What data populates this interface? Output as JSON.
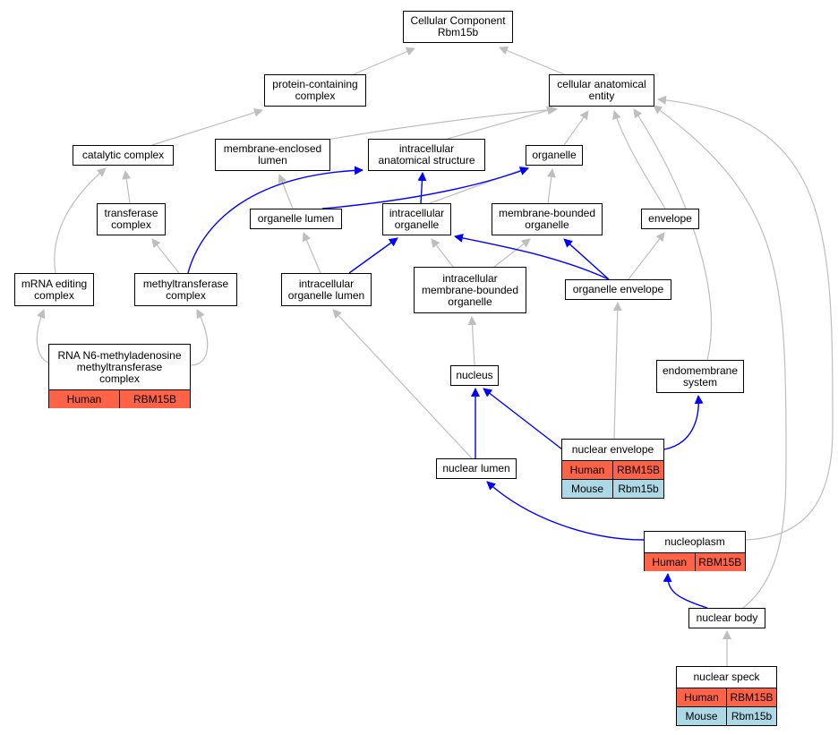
{
  "colors": {
    "human": "#ff6347",
    "mouse": "#add8e6",
    "is_a_edge": "#bebebe",
    "part_of_edge": "#0000ff"
  },
  "nodes": {
    "cellular_component": {
      "label": "Cellular Component\nRbm15b"
    },
    "protein_containing_complex": {
      "label": "protein-containing\ncomplex"
    },
    "cellular_anatomical_entity": {
      "label": "cellular anatomical\nentity"
    },
    "catalytic_complex": {
      "label": "catalytic complex"
    },
    "membrane_enclosed_lumen": {
      "label": "membrane-enclosed\nlumen"
    },
    "intracellular_anatomical_structure": {
      "label": "intracellular\nanatomical structure"
    },
    "organelle": {
      "label": "organelle"
    },
    "transferase_complex": {
      "label": "transferase\ncomplex"
    },
    "organelle_lumen": {
      "label": "organelle lumen"
    },
    "intracellular_organelle": {
      "label": "intracellular\norganelle"
    },
    "membrane_bounded_organelle": {
      "label": "membrane-bounded\norganelle"
    },
    "envelope": {
      "label": "envelope"
    },
    "mrna_editing_complex": {
      "label": "mRNA editing\ncomplex"
    },
    "methyltransferase_complex": {
      "label": "methyltransferase\ncomplex"
    },
    "intracellular_organelle_lumen": {
      "label": "intracellular\norganelle lumen"
    },
    "intracellular_membrane_bounded_organelle": {
      "label": "intracellular\nmembrane-bounded\norganelle"
    },
    "organelle_envelope": {
      "label": "organelle envelope"
    },
    "rna_n6_complex": {
      "label": "RNA N6-methyladenosine\nmethyltransferase\ncomplex",
      "human": [
        "Human",
        "RBM15B"
      ]
    },
    "nucleus": {
      "label": "nucleus"
    },
    "endomembrane_system": {
      "label": "endomembrane\nsystem"
    },
    "nuclear_envelope": {
      "label": "nuclear envelope",
      "human": [
        "Human",
        "RBM15B"
      ],
      "mouse": [
        "Mouse",
        "Rbm15b"
      ]
    },
    "nuclear_lumen": {
      "label": "nuclear lumen"
    },
    "nucleoplasm": {
      "label": "nucleoplasm",
      "human": [
        "Human",
        "RBM15B"
      ]
    },
    "nuclear_body": {
      "label": "nuclear body"
    },
    "nuclear_speck": {
      "label": "nuclear speck",
      "human": [
        "Human",
        "RBM15B"
      ],
      "mouse": [
        "Mouse",
        "Rbm15b"
      ]
    }
  },
  "edges": [
    {
      "type": "is_a",
      "from": "protein_containing_complex",
      "to": "cellular_component"
    },
    {
      "type": "is_a",
      "from": "cellular_anatomical_entity",
      "to": "cellular_component"
    },
    {
      "type": "is_a",
      "from": "catalytic_complex",
      "to": "protein_containing_complex"
    },
    {
      "type": "is_a",
      "from": "membrane_enclosed_lumen",
      "to": "cellular_anatomical_entity"
    },
    {
      "type": "is_a",
      "from": "intracellular_anatomical_structure",
      "to": "cellular_anatomical_entity"
    },
    {
      "type": "is_a",
      "from": "organelle",
      "to": "cellular_anatomical_entity"
    },
    {
      "type": "is_a",
      "from": "envelope",
      "to": "cellular_anatomical_entity"
    },
    {
      "type": "is_a",
      "from": "endomembrane_system",
      "to": "cellular_anatomical_entity"
    },
    {
      "type": "is_a",
      "from": "nuclear_body",
      "to": "cellular_anatomical_entity"
    },
    {
      "type": "is_a",
      "from": "nucleoplasm",
      "to": "cellular_anatomical_entity"
    },
    {
      "type": "is_a",
      "from": "transferase_complex",
      "to": "catalytic_complex"
    },
    {
      "type": "is_a",
      "from": "mrna_editing_complex",
      "to": "catalytic_complex"
    },
    {
      "type": "is_a",
      "from": "methyltransferase_complex",
      "to": "transferase_complex"
    },
    {
      "type": "is_a",
      "from": "organelle_lumen",
      "to": "membrane_enclosed_lumen"
    },
    {
      "type": "is_a",
      "from": "intracellular_organelle",
      "to": "organelle"
    },
    {
      "type": "is_a",
      "from": "membrane_bounded_organelle",
      "to": "organelle"
    },
    {
      "type": "is_a",
      "from": "intracellular_organelle_lumen",
      "to": "organelle_lumen"
    },
    {
      "type": "is_a",
      "from": "intracellular_membrane_bounded_organelle",
      "to": "intracellular_organelle"
    },
    {
      "type": "is_a",
      "from": "intracellular_membrane_bounded_organelle",
      "to": "membrane_bounded_organelle"
    },
    {
      "type": "is_a",
      "from": "organelle_envelope",
      "to": "envelope"
    },
    {
      "type": "is_a",
      "from": "rna_n6_complex",
      "to": "mrna_editing_complex"
    },
    {
      "type": "is_a",
      "from": "rna_n6_complex",
      "to": "methyltransferase_complex"
    },
    {
      "type": "is_a",
      "from": "nucleus",
      "to": "intracellular_membrane_bounded_organelle"
    },
    {
      "type": "is_a",
      "from": "nuclear_lumen",
      "to": "intracellular_organelle_lumen"
    },
    {
      "type": "is_a",
      "from": "nuclear_envelope",
      "to": "organelle_envelope"
    },
    {
      "type": "is_a",
      "from": "nuclear_speck",
      "to": "nuclear_body"
    },
    {
      "type": "part_of",
      "from": "methyltransferase_complex",
      "to": "intracellular_anatomical_structure"
    },
    {
      "type": "part_of",
      "from": "organelle_lumen",
      "to": "organelle"
    },
    {
      "type": "part_of",
      "from": "intracellular_organelle",
      "to": "intracellular_anatomical_structure"
    },
    {
      "type": "part_of",
      "from": "intracellular_organelle_lumen",
      "to": "intracellular_organelle"
    },
    {
      "type": "part_of",
      "from": "organelle_envelope",
      "to": "intracellular_organelle"
    },
    {
      "type": "part_of",
      "from": "organelle_envelope",
      "to": "membrane_bounded_organelle"
    },
    {
      "type": "part_of",
      "from": "nuclear_lumen",
      "to": "nucleus"
    },
    {
      "type": "part_of",
      "from": "nuclear_envelope",
      "to": "nucleus"
    },
    {
      "type": "part_of",
      "from": "nuclear_envelope",
      "to": "endomembrane_system"
    },
    {
      "type": "part_of",
      "from": "nucleoplasm",
      "to": "nuclear_lumen"
    },
    {
      "type": "part_of",
      "from": "nuclear_body",
      "to": "nucleoplasm"
    }
  ]
}
